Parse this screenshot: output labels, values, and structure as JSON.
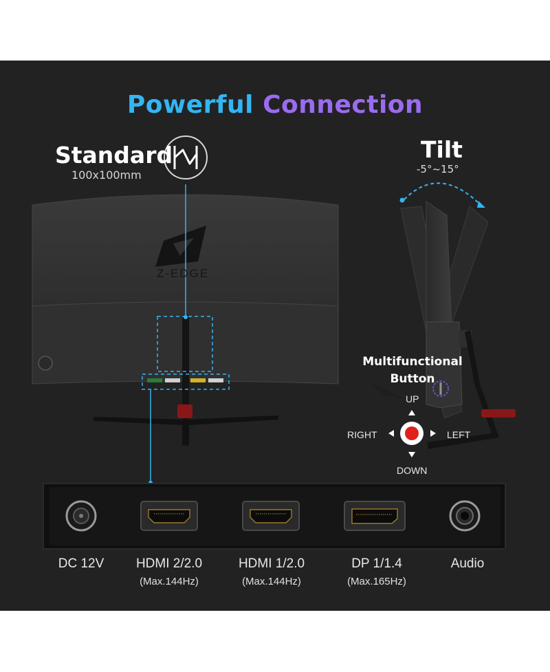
{
  "title": {
    "part1": "Powerful",
    "part2": "Connection",
    "color1": "#33b5f2",
    "color2": "#9a6cf0"
  },
  "vesa": {
    "label": "Standard",
    "size": "100x100mm",
    "icon": "vesa-mount-icon"
  },
  "tilt": {
    "label": "Tilt",
    "range": "-5°~15°"
  },
  "brand": {
    "logo_text": "Z-EDGE"
  },
  "button": {
    "label_line1": "Multifunctional",
    "label_line2": "Button",
    "up": "UP",
    "down": "DOWN",
    "left": "LEFT",
    "right": "RIGHT",
    "center_color": "#e0201c"
  },
  "ports": [
    {
      "name": "DC 12V",
      "spec": "",
      "icon": "dc-power-port-icon"
    },
    {
      "name": "HDMI 2/2.0",
      "spec": "(Max.144Hz)",
      "icon": "hdmi-port-icon"
    },
    {
      "name": "HDMI 1/2.0",
      "spec": "(Max.144Hz)",
      "icon": "hdmi-port-icon"
    },
    {
      "name": "DP 1/1.4",
      "spec": "(Max.165Hz)",
      "icon": "displayport-icon"
    },
    {
      "name": "Audio",
      "spec": "",
      "icon": "audio-jack-icon"
    }
  ],
  "accent": "#33b5f2"
}
